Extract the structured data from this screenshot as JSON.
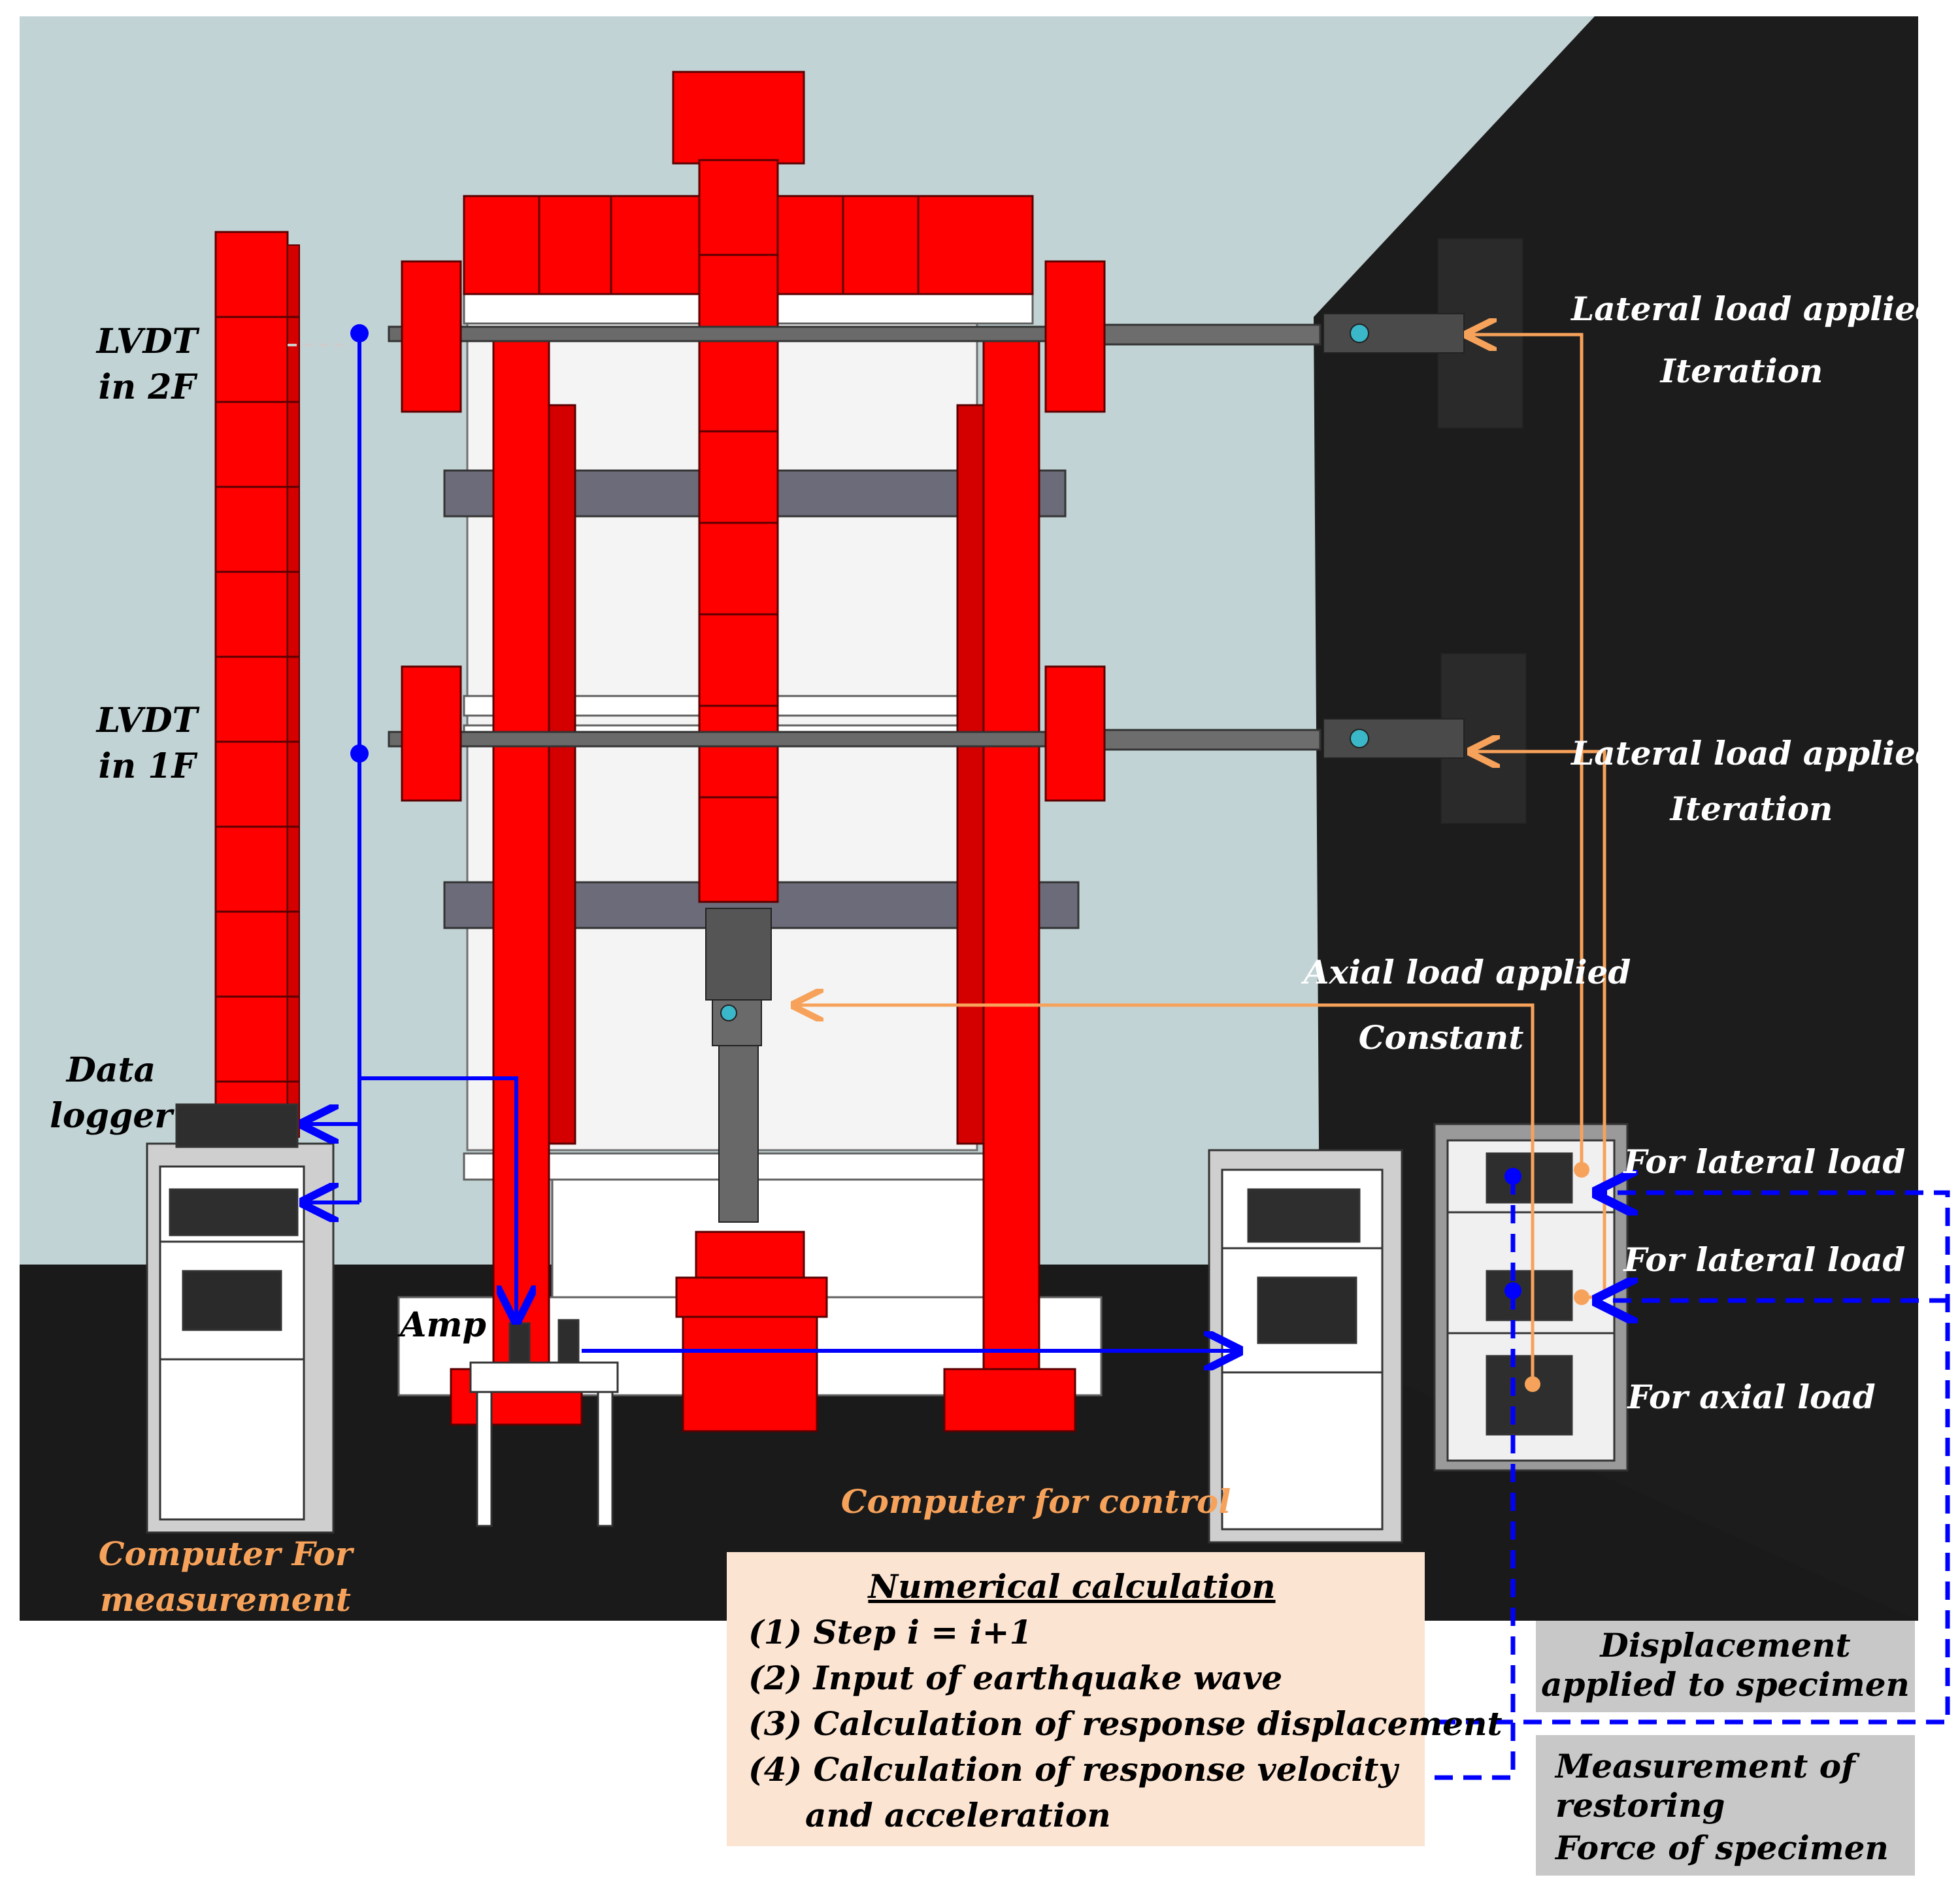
{
  "labels": {
    "lvdt_2f_line1": "LVDT",
    "lvdt_2f_line2": "in 2F",
    "lvdt_1f_line1": "LVDT",
    "lvdt_1f_line2": "in 1F",
    "data_logger_line1": "Data",
    "data_logger_line2": "logger",
    "amp": "Amp",
    "computer_measurement_line1": "Computer For",
    "computer_measurement_line2": "measurement",
    "computer_control": "Computer for control",
    "lateral_top_line1": "Lateral load applied",
    "lateral_top_line2": "Iteration",
    "lateral_bottom_line1": "Lateral load applied",
    "lateral_bottom_line2": "Iteration",
    "axial_line1": "Axial load applied",
    "axial_line2": "Constant",
    "controller_lateral_1": "For lateral  load",
    "controller_lateral_2": "For lateral  load",
    "controller_axial": "For axial load",
    "displacement_line1": "Displacement",
    "displacement_line2": "applied to specimen",
    "measurement_line1": "Measurement  of",
    "measurement_line2": "restoring",
    "measurement_line3": "Force of specimen"
  },
  "calc": {
    "title": "Numerical calculation",
    "step1": "(1) Step i = i+1",
    "step2": "(2) Input of earthquake wave",
    "step3": "(3) Calculation of response displacement",
    "step4_line1": "(4) Calculation of response velocity",
    "step4_line2": "and acceleration"
  },
  "colors": {
    "frame_red": "#ff0000",
    "wall_dark": "#1c1c1c",
    "backdrop": "#c2d3d5",
    "signal_blue": "#0000ff",
    "load_orange": "#f7a25a",
    "calc_box": "#fce4d2",
    "note_box": "#c8c8c8"
  }
}
